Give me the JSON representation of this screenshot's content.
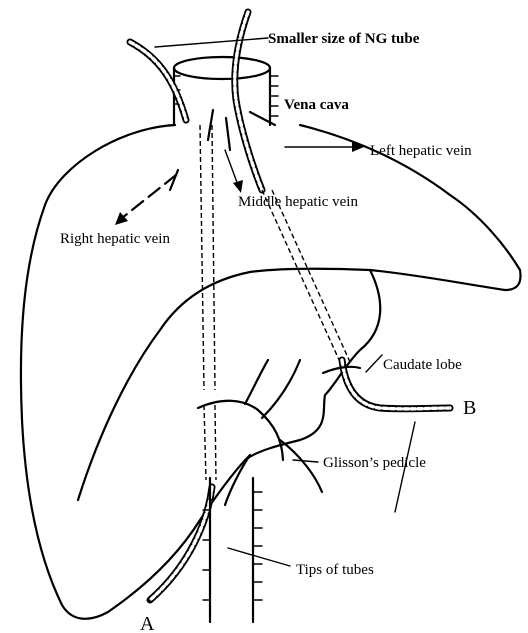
{
  "labels": {
    "ng_tube": "Smaller size of NG tube",
    "vena_cava": "Vena cava",
    "left_hepatic_vein": "Left hepatic vein",
    "middle_hepatic_vein": "Middle hepatic vein",
    "right_hepatic_vein": "Right hepatic vein",
    "caudate_lobe": "Caudate lobe",
    "glissons_pedicle": "Glisson’s pedicle",
    "tips_of_tubes": "Tips of tubes",
    "point_a": "A",
    "point_b": "B"
  }
}
